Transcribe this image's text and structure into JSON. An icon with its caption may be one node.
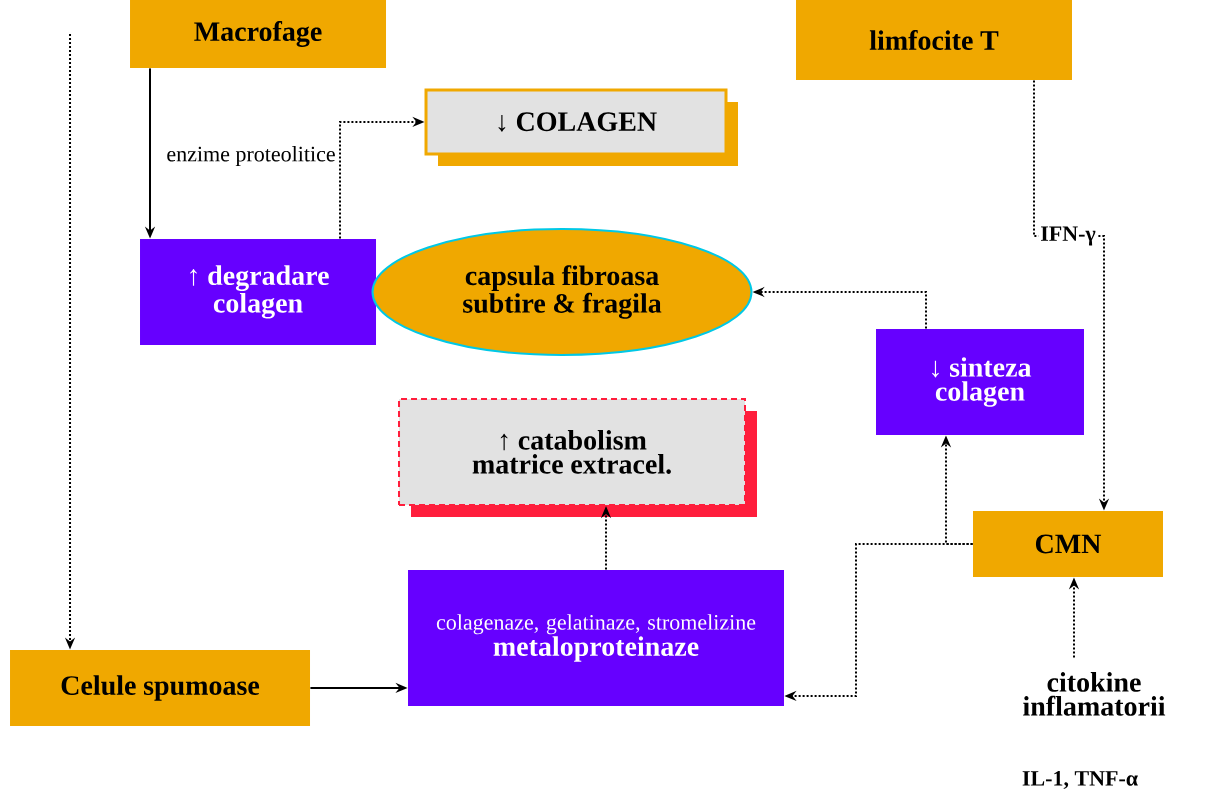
{
  "diagram": {
    "nodes": [
      {
        "text": [
          "Macrofage"
        ]
      },
      {
        "text": [
          "limfocite T"
        ]
      },
      {
        "text": [
          "↓ COLAGEN"
        ]
      },
      {
        "text": [
          "↑ degradare colagen"
        ]
      },
      {
        "text": [
          "capsula fibroasa subtire & fragila"
        ]
      },
      {
        "text": [
          "↓ sinteza colagen"
        ]
      },
      {
        "text": [
          "↑ catabolism matrice extracel."
        ]
      },
      {
        "text": [
          "colagenaze, gelatinaze, stromelizine",
          "metaloproteinaze"
        ]
      },
      {
        "text": [
          "Celule spumoase"
        ]
      },
      {
        "text": [
          "CMN"
        ]
      },
      {
        "text": [
          "citokine inflamatorii"
        ],
        "beside": [
          "IL-1, TNF-α"
        ]
      }
    ],
    "edges": [
      {
        "from": 0,
        "to": 8,
        "arrow": "to",
        "style": "dashed"
      },
      {
        "from": 0,
        "to": 3,
        "arrow": "to",
        "label": "enzime proteolitice"
      },
      {
        "from": 3,
        "to": 2,
        "arrow": "to",
        "style": "dashed"
      },
      {
        "from": 1,
        "to": 9,
        "arrow": "to",
        "style": "dashed",
        "label": "IFN-γ"
      },
      {
        "from": 5,
        "to": 4,
        "arrow": "to",
        "style": "dashed"
      },
      {
        "from": 9,
        "to": 5,
        "arrow": "to",
        "style": "dashed"
      },
      {
        "from": 9,
        "to": 7,
        "arrow": "to",
        "style": "dashed"
      },
      {
        "from": 7,
        "to": 6,
        "arrow": "to",
        "style": "dashed"
      },
      {
        "from": 10,
        "to": 9,
        "arrow": "to",
        "style": "dashed"
      },
      {
        "from": 8,
        "to": 7,
        "arrow": "to"
      }
    ]
  }
}
